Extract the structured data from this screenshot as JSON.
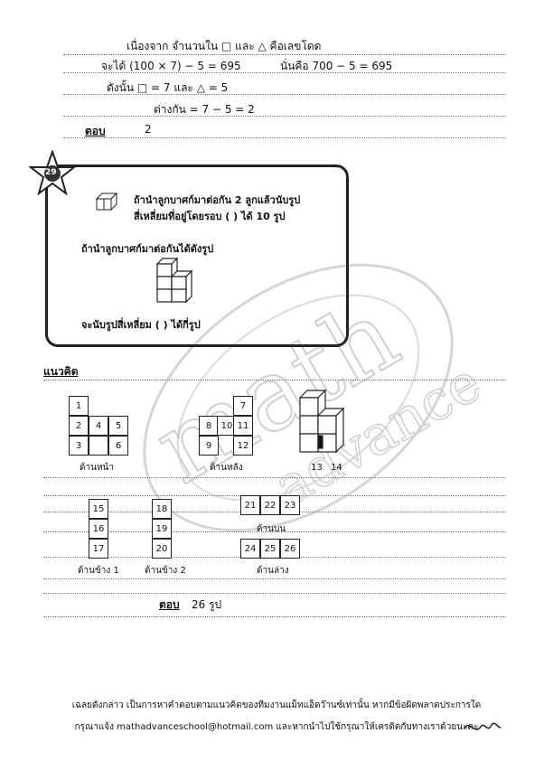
{
  "solution_top": {
    "line1": "เนื่องจาก จำนวนใน □ และ △ คือเลขโดด",
    "line2_a": "จะได้  (100 × 7) − 5  =  695",
    "line2_b": "นั่นคือ  700 − 5 = 695",
    "line3": "ดังนั้น  □ = 7  และ  △ = 5",
    "line4": "ต่างกัน  =  7 − 5  =  2",
    "answer_label": "ตอบ",
    "answer_value": "2"
  },
  "problem": {
    "number": "29",
    "text1": "ถ้านำลูกบาศก์มาต่อกัน 2 ลูกแล้วนับรูป",
    "text2": "สี่เหลี่ยมที่อยู่โดยรอบ (  ) ได้ 10 รูป",
    "text3": "ถ้านำลูกบาศก์มาต่อกันได้ดังรูป",
    "text4": "จะนับรูปสี่เหลี่ยม (  ) ได้กี่รูป"
  },
  "method": {
    "heading": "แนวคิด",
    "front": {
      "caption": "ด้านหน้า",
      "cells": [
        "1",
        "2",
        "4",
        "5",
        "3",
        "",
        "6"
      ]
    },
    "back": {
      "caption": "ด้านหลัง",
      "cells": [
        "7",
        "8",
        "10",
        "11",
        "9",
        "12"
      ]
    },
    "side_labels": [
      "13",
      "14"
    ],
    "right_side": {
      "caption": "ด้านข้าง 1",
      "cells": [
        "15",
        "16",
        "17"
      ]
    },
    "left_side": {
      "caption": "ด้านข้าง 2",
      "cells": [
        "18",
        "19",
        "20"
      ]
    },
    "top": {
      "caption": "ด้านบน",
      "cells": [
        "21",
        "22",
        "23"
      ]
    },
    "bottom": {
      "caption": "ด้านล่าง",
      "cells": [
        "24",
        "25",
        "26"
      ]
    },
    "answer_label": "ตอบ",
    "answer_value": "26 รูป"
  },
  "footer": {
    "line1": "เฉลยดังกล่าว เป็นการหาคำตอบตามแนวคิดของทีมงานแม็ทแอ็ดว๊านซ์เท่านั้น หากมีข้อผิดพลาดประการใด",
    "line2": "กรุณาแจ้ง mathadvanceschool@hotmail.com และหากนำไปใช้กรุณาให้เครดิตกับทางเราด้วยนะคะ"
  }
}
